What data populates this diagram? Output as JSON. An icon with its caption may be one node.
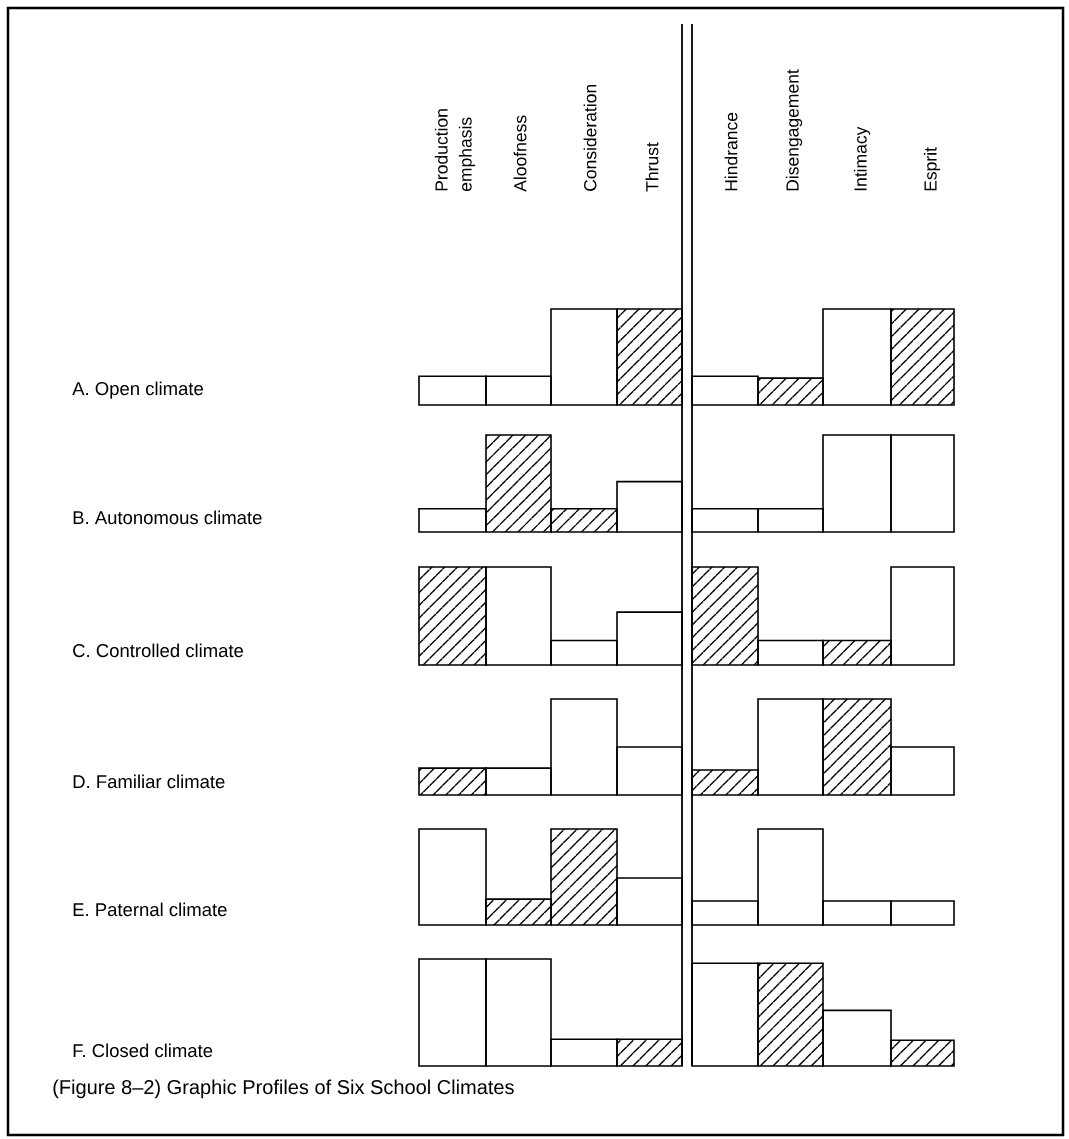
{
  "diagram": {
    "caption": "(Figure 8–2) Graphic Profiles of Six School Climates",
    "labels": [
      "Production emphasis",
      "Aloofness",
      "Consideration",
      "Thrust",
      "Hindrance",
      "Disengagement",
      "Intimacy",
      "Esprit",
      "A. Open climate",
      "B. Autonomous climate",
      "C. Controlled climate",
      "D. Familiar climate",
      "E. Paternal climate",
      "F. Closed climate"
    ]
  }
}
